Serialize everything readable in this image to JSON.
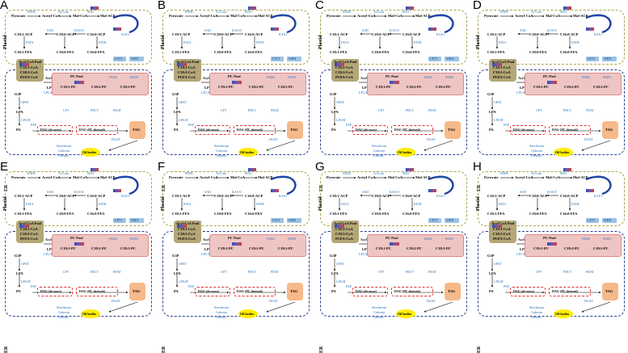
{
  "panels": [
    {
      "label": "A"
    },
    {
      "label": "B"
    },
    {
      "label": "C"
    },
    {
      "label": "D"
    },
    {
      "label": "E"
    },
    {
      "label": "F"
    },
    {
      "label": "G"
    },
    {
      "label": "H"
    }
  ],
  "diagram": {
    "compartments": {
      "plastid": "Plastid",
      "er": "ER"
    },
    "metabolites": {
      "pyruvate": "Pyruvate",
      "acetyl_coa": "Acetyl-CoA",
      "mal_coa": "Mal-CoA",
      "mal_acp": "Mal-ACP",
      "c181_acp": "C18:1-ACP",
      "c180_acp": "C18:0-ACP",
      "c160_acp": "C16:0-ACP",
      "c181_ffa": "C18:1-FFA",
      "c180_ffa": "C18:0-FFA",
      "c160_ffa": "C16:0-FFA",
      "acyl_coa_pool": "Acyl-CoA Pool",
      "c181_coa": "C18:1-CoA",
      "c183_coa": "C18:3-CoA",
      "pufa_coa": "PUFA-CoA",
      "pc_pool": "PC Pool",
      "acyl_editing": "Acyl editing",
      "lpc": "LPC",
      "c181_pc": "C18:1-PC",
      "c182_pc": "C18:2-PC",
      "c183_pc": "C18:3-PC",
      "g3p": "G3P",
      "lpa": "LPA",
      "pa": "PA",
      "dag_denovo": "DAG (de novo)",
      "dag_pc": "DAG (PC derived)",
      "tag": "TAG",
      "oil_bodies": "Oil bodies",
      "steroleosin": "Steroleosin",
      "caleosin": "Caleosin",
      "oleosin": "Oleosin"
    },
    "genes": {
      "pdhc": "PDHC",
      "accase": "ACCase",
      "mat": "MAT",
      "kas3": "KAS III",
      "kas1": "KAS I",
      "kas2": "KAS II",
      "sad": "SAD",
      "fata": "FATA",
      "fatb": "FATB",
      "lacs": "LACS9",
      "lpcat": "LPCAT",
      "fad2": "FAD2",
      "fad3": "FAD3",
      "gpat": "GPAT",
      "lpaat": "LPAAT",
      "pap": "PAP",
      "dgat": "DGAT",
      "pdat": "PDAT",
      "cpt": "CPT",
      "pdct": "PDCT",
      "let1": "LET1",
      "wri1": "WRI1"
    }
  },
  "colors": {
    "plastid_border": "#a9a34a",
    "er_border": "#2b3e8f",
    "acyl_pool": "#b3a777",
    "pc_pool": "#eec5c3",
    "tag": "#f6b98a",
    "oil": "#ffee00",
    "gene_text": "#1f6db5",
    "dag_border": "#e03030"
  }
}
